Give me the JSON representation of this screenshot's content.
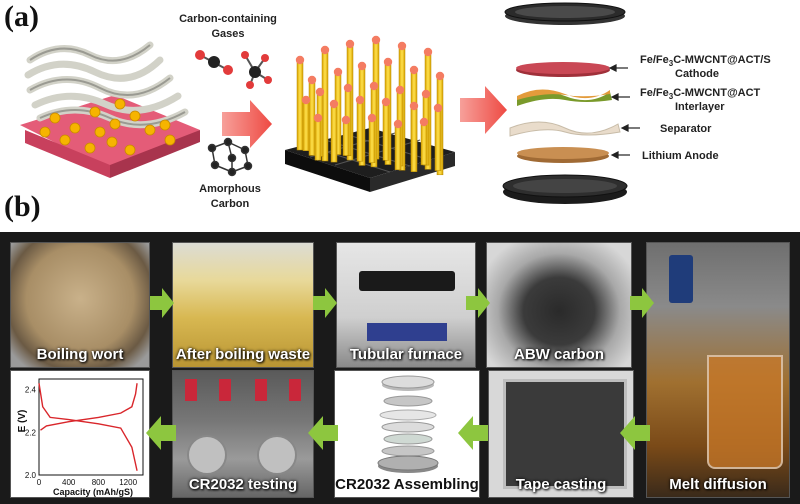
{
  "panel_a": {
    "label": "(a)",
    "gases_label_line1": "Carbon-containing",
    "gases_label_line2": "Gases",
    "amorphous_line1": "Amorphous",
    "amorphous_line2": "Carbon",
    "layers": [
      {
        "line1": "Fe/Fe",
        "sub": "3",
        "line1b": "C-MWCNT@ACT/S",
        "line2": "Cathode"
      },
      {
        "line1": "Fe/Fe",
        "sub": "3",
        "line1b": "C-MWCNT@ACT",
        "line2": "Interlayer"
      },
      {
        "line1": "Separator"
      },
      {
        "line1": "Lithium Anode"
      }
    ]
  },
  "panel_b": {
    "label": "(b)",
    "tiles": [
      {
        "caption": "Boiling wort"
      },
      {
        "caption": "After boiling waste"
      },
      {
        "caption": "Tubular furnace"
      },
      {
        "caption": "ABW carbon"
      },
      {
        "caption": "Melt diffusion"
      },
      {
        "caption": "Tape casting"
      },
      {
        "caption": "CR2032 Assembling"
      },
      {
        "caption": "CR2032 testing"
      }
    ],
    "mini_chart": {
      "ylabel": "E (V)",
      "xlabel": "Capacity (mAh/gS)",
      "yticks": [
        "2.4",
        "2.2",
        "2.0"
      ],
      "xticks": [
        "0",
        "400",
        "800",
        "1200"
      ]
    }
  },
  "colors": {
    "arrow_green": "#8dc63f",
    "arrow_red": "#f0504a",
    "nanotube": "#f5c518",
    "curve_red": "#d9262b"
  },
  "chart_data": {
    "type": "line",
    "xlabel": "Capacity (mAh/gS)",
    "ylabel": "E (V)",
    "xlim": [
      0,
      1400
    ],
    "ylim": [
      2.0,
      2.45
    ],
    "series": [
      {
        "x": [
          0,
          50,
          150,
          400,
          800,
          1100,
          1250,
          1320
        ],
        "y": [
          2.43,
          2.32,
          2.27,
          2.26,
          2.24,
          2.22,
          2.13,
          2.02
        ]
      },
      {
        "x": [
          20,
          100,
          400,
          800,
          1100,
          1250,
          1300,
          1320
        ],
        "y": [
          2.21,
          2.23,
          2.25,
          2.27,
          2.29,
          2.32,
          2.38,
          2.43
        ]
      }
    ]
  }
}
